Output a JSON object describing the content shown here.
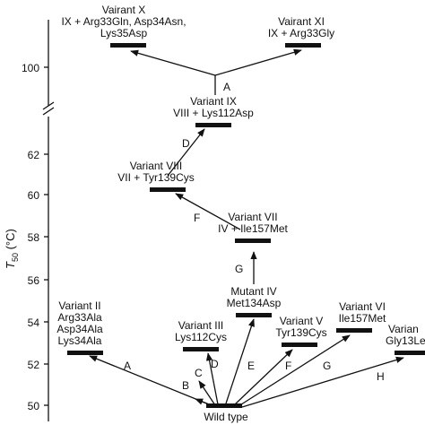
{
  "axis": {
    "label_symbol": "T",
    "label_subscript": "50",
    "label_rest": " (°C)",
    "ticks": [
      "50",
      "52",
      "54",
      "56",
      "58",
      "60",
      "62",
      "100"
    ]
  },
  "variants": {
    "wild_type": "Wild type",
    "v2": [
      "Variant II",
      "Arg33Ala",
      "Asp34Ala",
      "Lys34Ala"
    ],
    "v3": [
      "Variant III",
      "Lys112Cys"
    ],
    "m4": [
      "Mutant IV",
      "Met134Asp"
    ],
    "v5": [
      "Variant V",
      "Tyr139Cys"
    ],
    "v6": [
      "Variant VI",
      "Ile157Met"
    ],
    "v_cut": [
      "Varian",
      "Gly13Le"
    ],
    "v7": [
      "Variant VII",
      "IV + Ile157Met"
    ],
    "v8": [
      "Variant VIII",
      "VII + Tyr139Cys"
    ],
    "v9": [
      "Variant IX",
      "VIII + Lys112Asp"
    ],
    "v10": [
      "Vairant X",
      "IX + Arg33Gln, Asp34Asn,",
      "Lys35Asp"
    ],
    "v11": [
      "Vairant XI",
      "IX + Arg33Gly"
    ]
  },
  "arrow_labels": {
    "A1": "A",
    "B": "B",
    "C": "C",
    "D1": "D",
    "E": "E",
    "F1": "F",
    "G1": "G",
    "H": "H",
    "G2": "G",
    "F2": "F",
    "D2": "D",
    "A2": "A"
  }
}
